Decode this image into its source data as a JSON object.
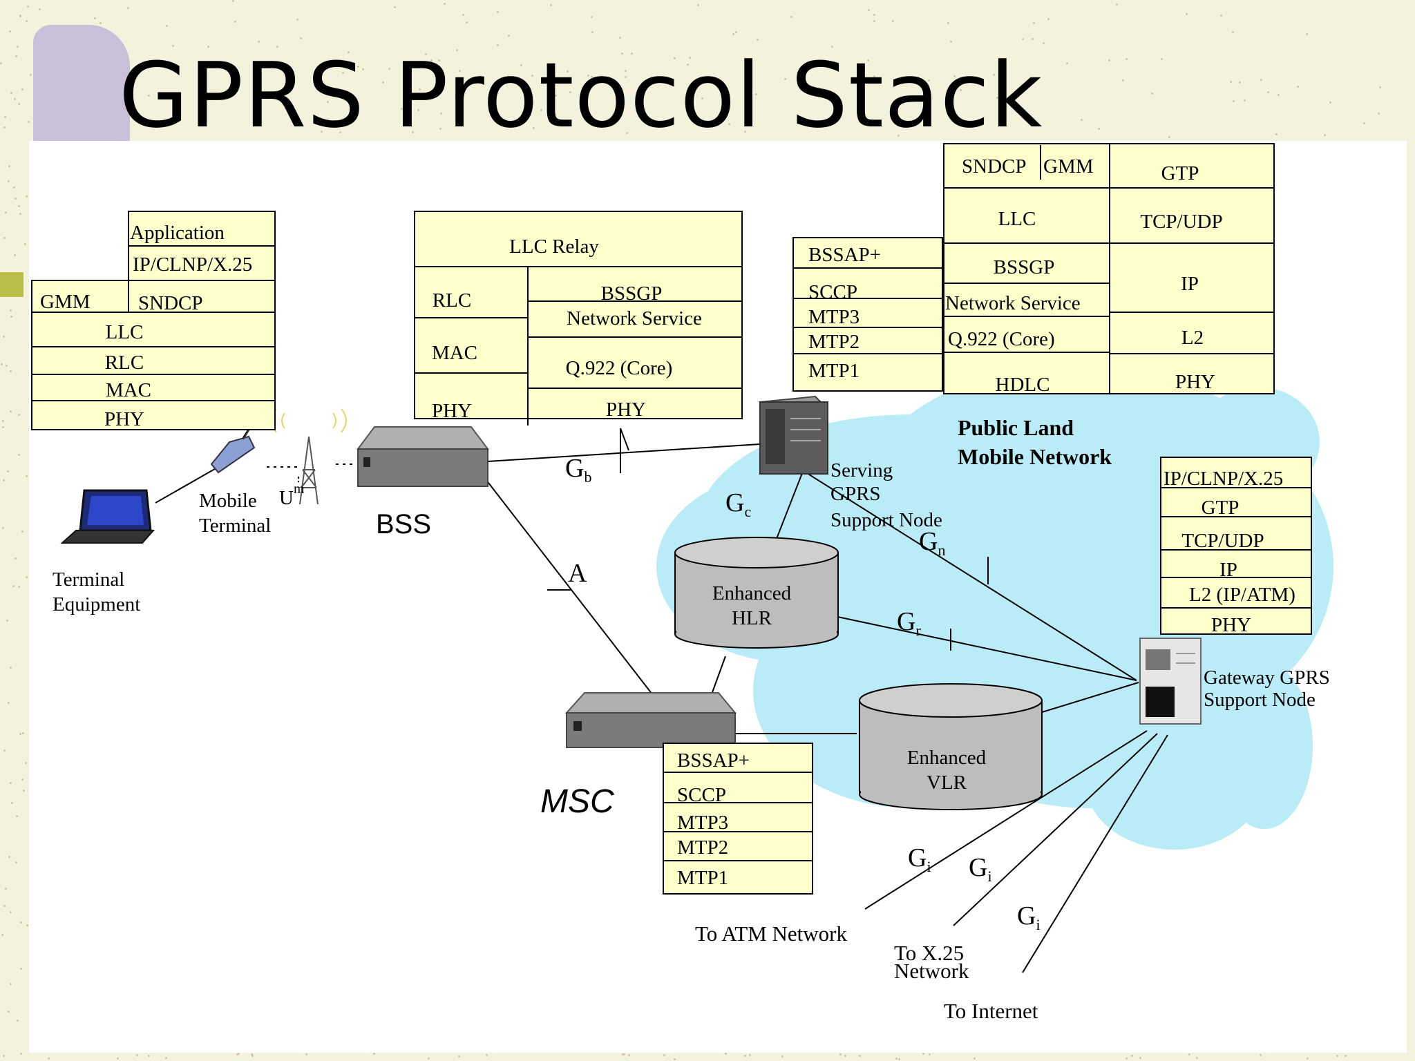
{
  "title": "GPRS Protocol Stack",
  "stacks": {
    "terminal": {
      "top": [
        "Application",
        "IP/CLNP/X.25"
      ],
      "split": [
        "GMM",
        "SNDCP"
      ],
      "rows": [
        "LLC",
        "RLC",
        "MAC",
        "PHY"
      ]
    },
    "bss": {
      "top": "LLC Relay",
      "left": [
        "RLC",
        "MAC",
        "PHY"
      ],
      "right": [
        "BSSGP",
        "Network Service",
        "Q.922 (Core)",
        "PHY"
      ]
    },
    "sgsn_left": [
      "BSSAP+",
      "SCCP",
      "MTP3",
      "MTP2",
      "MTP1"
    ],
    "sgsn_mid": {
      "split": [
        "SNDCP",
        "GMM"
      ],
      "rows": [
        "LLC",
        "BSSGP",
        "Network Service",
        "Q.922 (Core)",
        "HDLC"
      ]
    },
    "sgsn_right": [
      "GTP",
      "TCP/UDP",
      "IP",
      "L2",
      "PHY"
    ],
    "ggsn": [
      "IP/CLNP/X.25",
      "GTP",
      "TCP/UDP",
      "IP",
      "L2 (IP/ATM)",
      "PHY"
    ],
    "msc": [
      "BSSAP+",
      "SCCP",
      "MTP3",
      "MTP2",
      "MTP1"
    ]
  },
  "nodes": {
    "mobile": "Mobile Terminal",
    "mobile_l1": "Mobile",
    "mobile_l2": "Terminal",
    "te_l1": "Terminal",
    "te_l2": "Equipment",
    "bss": "BSS",
    "msc": "MSC",
    "sgsn_l1": "Serving",
    "sgsn_l2": "GPRS",
    "sgsn_l3": "Support Node",
    "hlr_l1": "Enhanced",
    "hlr_l2": "HLR",
    "vlr_l1": "Enhanced",
    "vlr_l2": "VLR",
    "ggsn_l1": "Gateway GPRS",
    "ggsn_l2": "Support Node",
    "plmn_l1": "Public Land",
    "plmn_l2": "Mobile Network"
  },
  "interfaces": {
    "um": "U",
    "um_sub": "m",
    "gb": "G",
    "gb_sub": "b",
    "gc": "G",
    "gc_sub": "c",
    "gn": "G",
    "gn_sub": "n",
    "gr": "G",
    "gr_sub": "r",
    "a": "A",
    "gi1": "G",
    "gi1_sub": "i",
    "gi2": "G",
    "gi2_sub": "i",
    "gi3": "G",
    "gi3_sub": "i"
  },
  "destinations": {
    "atm": "To ATM Network",
    "x25_l1": "To X.25",
    "x25_l2": "Network",
    "internet": "To Internet"
  },
  "colors": {
    "stack_fill": "#ffffcc",
    "cloud": "#b9ecf7",
    "cylinder": "#bdbdbd"
  }
}
